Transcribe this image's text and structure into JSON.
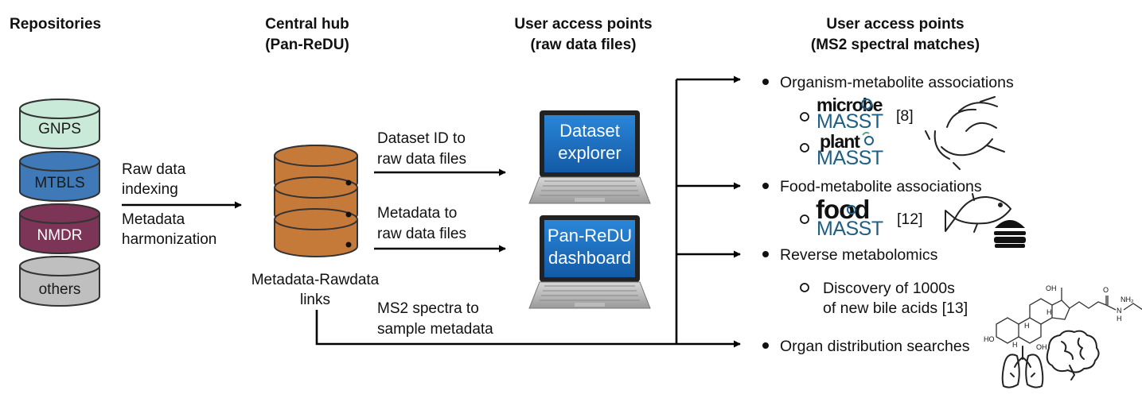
{
  "headers": {
    "repositories": "Repositories",
    "hub_line1": "Central hub",
    "hub_line2": "(Pan-ReDU)",
    "raw_line1": "User access points",
    "raw_line2": "(raw data files)",
    "ms2_line1": "User access points",
    "ms2_line2": "(MS2 spectral matches)"
  },
  "repositories": [
    {
      "label": "GNPS",
      "color": "#c9ead8"
    },
    {
      "label": "MTBLS",
      "color": "#3f79b7"
    },
    {
      "label": "NMDR",
      "color": "#7c3556"
    },
    {
      "label": "others",
      "color": "#bfbfbf"
    }
  ],
  "indexing": {
    "line1": "Raw data",
    "line2": "indexing",
    "line3": "Metadata",
    "line4": "harmonization"
  },
  "hub": {
    "color": "#c67a3a",
    "caption_line1": "Metadata-Rawdata",
    "caption_line2": "links"
  },
  "arrows": {
    "dataset_line1": "Dataset ID to",
    "dataset_line2": "raw data files",
    "metadata_line1": "Metadata to",
    "metadata_line2": "raw data files",
    "ms2_line1": "MS2 spectra to",
    "ms2_line2": "sample metadata"
  },
  "laptops": [
    {
      "line1": "Dataset",
      "line2": "explorer"
    },
    {
      "line1": "Pan-ReDU",
      "line2": "dashboard"
    }
  ],
  "access_points": {
    "organism": "Organism-metabolite associations",
    "microbe_top": "microbe",
    "microbe_bottom": "MASST",
    "ref_organism": "[8]",
    "plant_top": "plant",
    "plant_bottom": "MASST",
    "food": "Food-metabolite associations",
    "food_top": "food",
    "food_bottom": "MASST",
    "ref_food": "[12]",
    "reverse": "Reverse metabolomics",
    "bile_line1": "Discovery of 1000s",
    "bile_line2": "of new bile acids [13]",
    "organ": "Organ distribution searches"
  },
  "structure_labels": {
    "oh_top": "OH",
    "oxygen": "O",
    "nh": "N",
    "h_of_nh": "H",
    "nh2": "NH₂",
    "h1": "H",
    "h2": "H",
    "h3": "H",
    "ho": "HO",
    "oh_bottom": "OH"
  },
  "icons": {
    "microbe": "microbe-icon",
    "fish": "fish-icon",
    "burger": "burger-icon",
    "lungs": "lungs-icon",
    "brain": "brain-icon",
    "bile_acid": "bile-acid-structure"
  },
  "colors": {
    "masst_blue": "#1d5f86",
    "screen_blue": "#1e73c7"
  }
}
